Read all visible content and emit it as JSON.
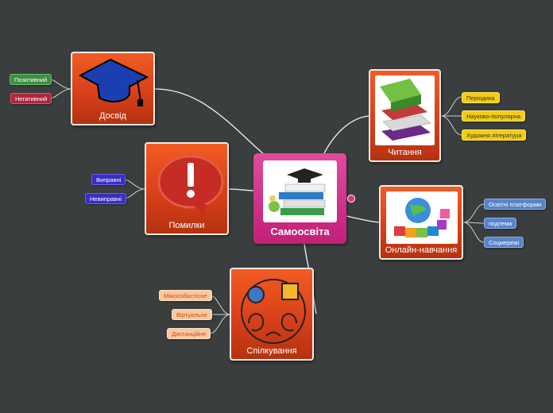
{
  "center": {
    "title": "Самоосвіта"
  },
  "branches": {
    "experience": {
      "label": "Досвід",
      "children": [
        "Позитивний",
        "Негативний"
      ]
    },
    "mistakes": {
      "label": "Помилки",
      "children": [
        "Виправні",
        "Невиправні"
      ]
    },
    "communication": {
      "label": "Спілкування",
      "children": [
        "Міжособистісне",
        "Віртуальне",
        "Дистанційне"
      ]
    },
    "reading": {
      "label": "Читання",
      "children": [
        "Періодика",
        "Науково-популярна",
        "Художня література"
      ]
    },
    "online": {
      "label": "Онлайн-навчання",
      "children": [
        "Освітні платформи",
        "подтема",
        "Соцмережі"
      ]
    }
  },
  "colors": {
    "background": "#3b3e3e",
    "topic": "#e04c1f",
    "central": "#d12d8a",
    "line": "#ffffff"
  }
}
